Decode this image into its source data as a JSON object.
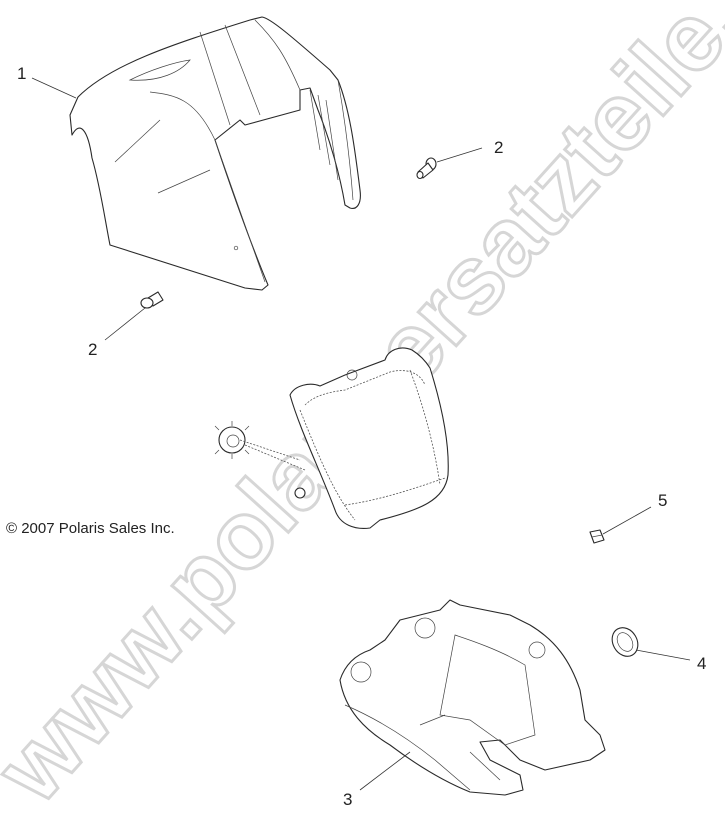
{
  "diagram": {
    "copyright": "© 2007 Polaris Sales Inc.",
    "watermark": "www.polarisersatzteile.de",
    "callouts": [
      {
        "id": "1",
        "label": "1",
        "part": "upper-headlight-pod-cover"
      },
      {
        "id": "2a",
        "label": "2",
        "part": "screw-upper-right"
      },
      {
        "id": "2b",
        "label": "2",
        "part": "screw-left"
      },
      {
        "id": "3",
        "label": "3",
        "part": "lower-headlight-pod-housing"
      },
      {
        "id": "4",
        "label": "4",
        "part": "grommet-ring"
      },
      {
        "id": "5",
        "label": "5",
        "part": "clip-nut"
      }
    ]
  }
}
